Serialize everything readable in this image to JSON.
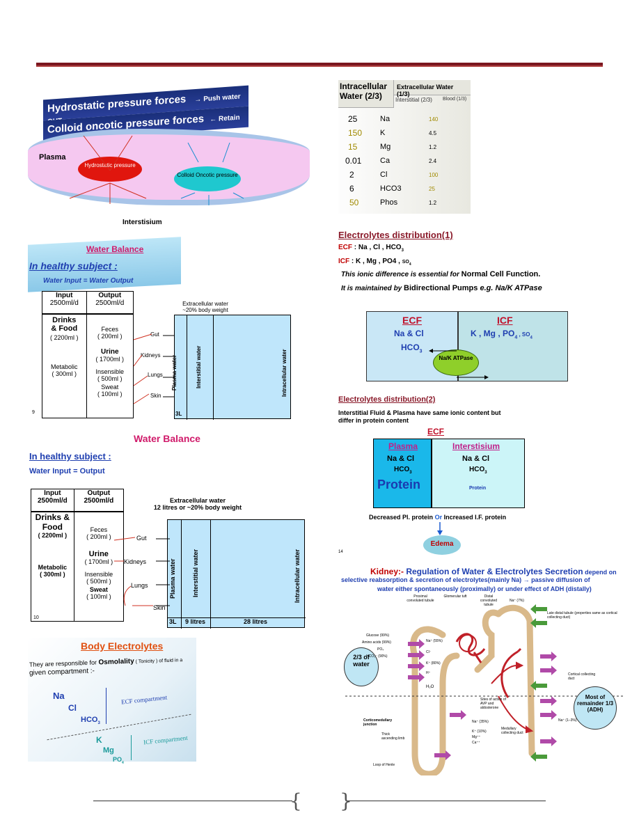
{
  "p1": {
    "line1": "Hydrostatic pressure forces",
    "line1_right": "→  Push water OUT",
    "line2": "Colloid oncotic pressure forces",
    "line2_right": "←  Retain water IN",
    "plasma": "Plasma",
    "hydrostatic": "Hydrostatic pressure",
    "colloid": "Colloid Oncotic pressure",
    "interstisium": "Interstisium"
  },
  "p2": {
    "h_intra": "Intracellular Water (2/3)",
    "h_extra": "Extracellular Water (1/3)",
    "h_inter": "Interstitial (2/3)",
    "h_blood": "Blood (1/3)",
    "rows": [
      {
        "intra": "25",
        "ion": "Na",
        "inter": "140",
        "blood": ""
      },
      {
        "intra": "150",
        "ion": "K",
        "inter": "4.5",
        "blood": ""
      },
      {
        "intra": "15",
        "ion": "Mg",
        "inter": "1.2",
        "blood": ""
      },
      {
        "intra": "0.01",
        "ion": "Ca",
        "inter": "2.4",
        "blood": ""
      },
      {
        "intra": "2",
        "ion": "Cl",
        "inter": "100",
        "blood": ""
      },
      {
        "intra": "6",
        "ion": "HCO3",
        "inter": "25",
        "blood": ""
      },
      {
        "intra": "50",
        "ion": "Phos",
        "inter": "1.2",
        "blood": ""
      }
    ]
  },
  "p3": {
    "title": "Water Balance",
    "healthy": "In healthy subject :",
    "io": "Water Input = Water Output",
    "h_input": "Input",
    "h_output": "Output",
    "in_rate": "2500ml/d",
    "out_rate": "2500ml/d",
    "drinks": "Drinks & Food",
    "drinks_ml": "( 2200ml )",
    "metabolic": "Metabolic",
    "metabolic_ml": "( 300ml )",
    "feces": "Feces",
    "feces_ml": "( 200ml )",
    "urine": "Urine",
    "urine_ml": "( 1700ml )",
    "insensible": "Insensible",
    "insensible_ml": "( 500ml )",
    "sweat": "Sweat",
    "sweat_ml": "( 100ml )",
    "ecw": "Extracellular water",
    "ecw_pct": "~20% body weight",
    "gut": "Gut",
    "kidneys": "Kidneys",
    "lungs": "Lungs",
    "skin": "Skin",
    "plasma_water": "Plasma water",
    "interstitial_water": "Interstitial water",
    "intracellular_water": "Intracellular water",
    "three_l": "3L",
    "page": "9"
  },
  "p4": {
    "title": "Electrolytes distribution(1)",
    "ecf_label": "ECF",
    "ecf_text": ": Na , Cl , HCO",
    "icf_label": "ICF",
    "icf_text": ": K , Mg , PO4 , ",
    "so4": "SO",
    "line1a": "This ionic difference is essential for ",
    "line1b": "Normal Cell Function.",
    "line2a": "It is maintained by ",
    "line2b": "Bidirectional Pumps ",
    "line2c": "e.g. Na/K ATPase",
    "box_ecf": "ECF",
    "box_ecf_ions": "Na  &  Cl",
    "box_ecf_hco": "HCO",
    "box_icf": "ICF",
    "box_icf_ions": "K , Mg , PO",
    "box_icf_so": " , SO",
    "pump": "Na/K ATPase"
  },
  "p5": {
    "title": "Water Balance",
    "healthy": "In healthy subject :",
    "io": "Water Input = Output",
    "h_input": "Input",
    "h_output": "Output",
    "in_rate": "2500ml/d",
    "out_rate": "2500ml/d",
    "drinks": "Drinks & Food",
    "drinks_ml": "( 2200ml )",
    "metabolic": "Metabolic",
    "metabolic_ml": "( 300ml )",
    "feces": "Feces",
    "feces_ml": "( 200ml )",
    "urine": "Urine",
    "urine_ml": "( 1700ml )",
    "insensible": "Insensible",
    "insensible_ml": "( 500ml )",
    "sweat": "Sweat",
    "sweat_ml": "( 100ml )",
    "ecw": "Extracellular water",
    "ecw_pct": "12 litres or ~20% body weight",
    "gut": "Gut",
    "kidneys": "Kidneys",
    "lungs": "Lungs",
    "skin": "Skin",
    "plasma_water": "Plasma water",
    "interstitial_water": "Interstitial water",
    "intracellular_water": "Intracellular water",
    "three_l": "3L",
    "nine_l": "9 litres",
    "twentyeight_l": "28 litres",
    "page": "10"
  },
  "p6": {
    "title": "Electrolytes distribution(2)",
    "sub1": "Interstitial Fluid & Plasma have same ionic content but",
    "sub2": "differ in protein content",
    "ecf": "ECF",
    "plasma": "Plasma",
    "plasma_ions": "Na  &  Cl",
    "plasma_hco": "HCO",
    "protein_big": "Protein",
    "inter": "Interstisium",
    "inter_ions": "Na  &  Cl",
    "inter_hco": "HCO",
    "protein_small": "Protein",
    "decreased": "Decreased Pl. protein",
    "or": "Or",
    "increased": "Increased I.F. protein",
    "edema": "Edema",
    "page": "14"
  },
  "p7": {
    "title": "Body Electrolytes",
    "line1": "They are responsible for ",
    "osm": "Osmolality",
    "line1b": " ( Tonicity ) of fluid in a",
    "line2": "given compartment :-",
    "na": "Na",
    "cl": "Cl",
    "hco": "HCO",
    "ecf": "ECF compartment",
    "k": "K",
    "mg": "Mg",
    "po": "PO",
    "icf": "ICF compartment"
  },
  "p8": {
    "t_red": "Kidney:-",
    "t_blue": " Regulation of Water & Electrolytes Secretion",
    "t_tail": " depend on",
    "line2": "selective reabsorption & secretion of electrolytes(mainly  Na) → passive diffusion of",
    "line3": "water either spontaneously (proximally)  or under effect of ADH (distally)",
    "water23": "2/3 of water",
    "most": "Most of remainder 1/3 (ADH)",
    "prox": "Proximal convoluted tubule",
    "glom": "Glomerular tuft",
    "distal": "Distal convoluted tubule",
    "late": "Late distal tubule (properties same as cortical collecting duct)",
    "glucose": "Glucose (99%)",
    "amino": "Amino acids (99%)",
    "po4": "PO₄",
    "hco3": "HCO₃⁻ (90%)",
    "na55": "Na⁺ (55%)",
    "clm": "Cl⁻",
    "k80": "K⁺ (80%)",
    "hp": "H⁺",
    "h2o": "H₂O",
    "sites": "Sites of action of AVP and aldosterone",
    "cortical": "Cortical collecting duct",
    "corticomed": "Corticomedullary junction",
    "thick": "Thick ascending limb",
    "na35": "Na⁺ (35%)",
    "k10": "K⁺ (10%)",
    "mg2": "Mg⁺⁺",
    "ca2": "Ca⁺⁺",
    "medullary": "Medullary collecting duct",
    "na13": "Na⁺ (1–3%)",
    "loop": "Loop of Henle",
    "na7": "Na⁺ (7%)"
  }
}
